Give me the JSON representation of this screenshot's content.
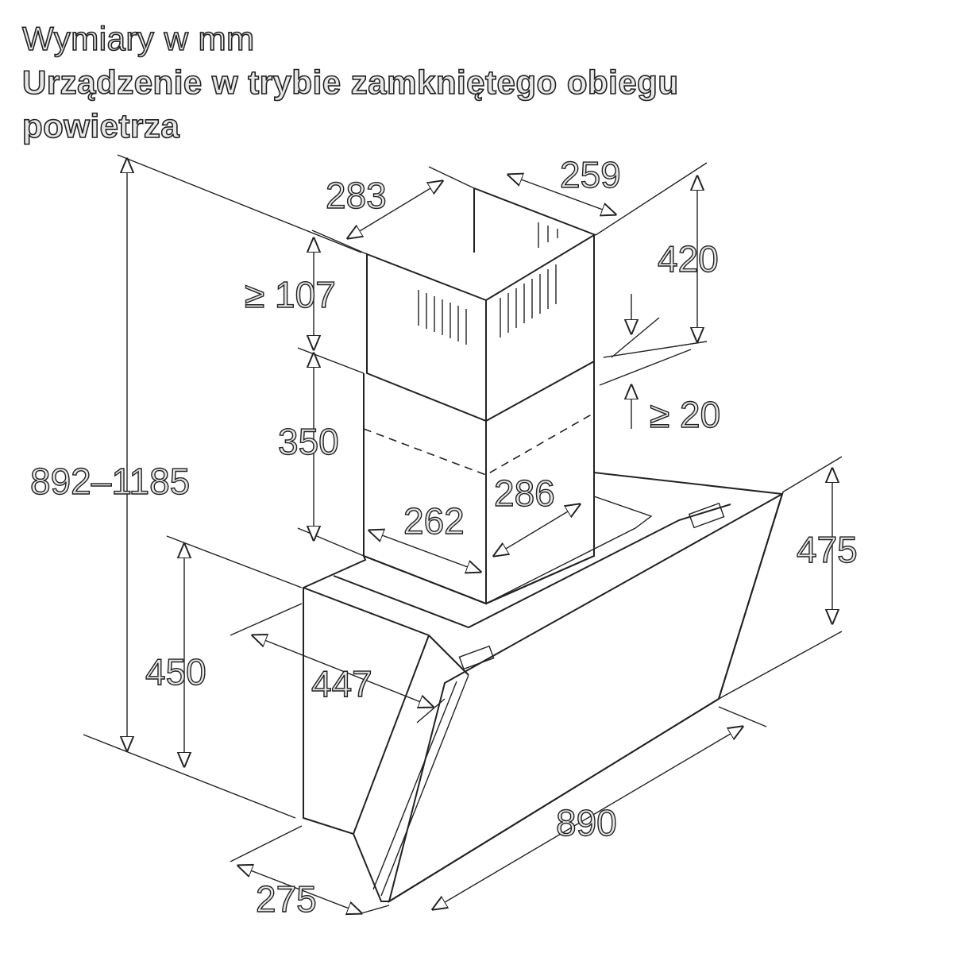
{
  "title": {
    "line1": "Wymiary w mm",
    "line2": "Urządzenie w trybie zamkniętego obiegu",
    "line3": "powietrza"
  },
  "dimensions": {
    "chimney_depth": "283",
    "chimney_width": "259",
    "upper_chimney_height": "420",
    "min_top_gap": "≥ 107",
    "min_overlap": "≥ 20",
    "lower_chimney_height": "350",
    "total_height": "892–1185",
    "lower_chimney_width": "286",
    "lower_chimney_depth": "262",
    "glass_height": "475",
    "body_height": "450",
    "body_depth": "447",
    "hood_width": "890",
    "bottom_depth": "275"
  }
}
